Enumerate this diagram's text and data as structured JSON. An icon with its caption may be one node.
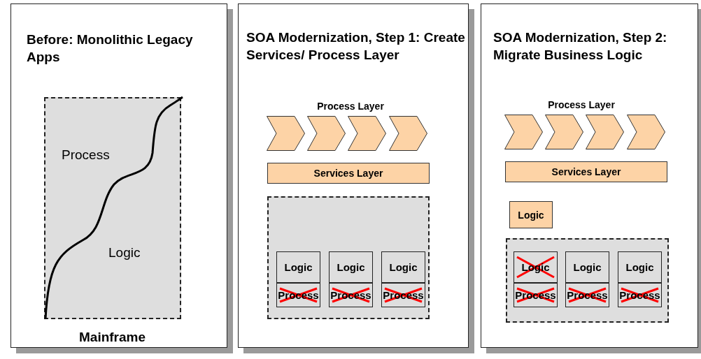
{
  "diagram": {
    "nodes": [
      {
        "text": [
          "Before: Monolithic Legacy Apps"
        ]
      },
      {
        "text": [
          "Process",
          "Logic"
        ],
        "beside": [
          "Mainframe"
        ],
        "in": 0
      },
      {
        "text": [
          "SOA Modernization, Step 1: Create Services/ Process Layer"
        ]
      },
      {
        "text": [],
        "shape": "chevron",
        "in": 2
      },
      {
        "text": [],
        "shape": "chevron",
        "in": 2
      },
      {
        "text": [],
        "shape": "chevron",
        "in": 2
      },
      {
        "text": [],
        "shape": "chevron",
        "in": 2
      },
      {
        "text": [
          "Services Layer"
        ],
        "in": 2
      },
      {
        "text": [],
        "shape": "box",
        "in": 2
      },
      {
        "text": [
          "Logic"
        ],
        "in": 8
      },
      {
        "text": [
          "Process"
        ],
        "in": 8
      },
      {
        "text": [
          "Logic"
        ],
        "in": 8
      },
      {
        "text": [
          "Process"
        ],
        "in": 8
      },
      {
        "text": [
          "Logic"
        ],
        "in": 8
      },
      {
        "text": [
          "Process"
        ],
        "in": 8
      },
      {
        "text": [
          "SOA Modernization, Step 2: Migrate Business Logic"
        ]
      },
      {
        "text": [],
        "shape": "chevron",
        "in": 15
      },
      {
        "text": [],
        "shape": "chevron",
        "in": 15
      },
      {
        "text": [],
        "shape": "chevron",
        "in": 15
      },
      {
        "text": [],
        "shape": "chevron",
        "in": 15
      },
      {
        "text": [
          "Services Layer"
        ],
        "in": 15
      },
      {
        "text": [
          "Logic"
        ],
        "in": 15
      },
      {
        "text": [],
        "shape": "box",
        "in": 15
      },
      {
        "text": [
          "Logic"
        ],
        "in": 22
      },
      {
        "text": [
          "Process"
        ],
        "in": 22
      },
      {
        "text": [
          "Logic"
        ],
        "in": 22
      },
      {
        "text": [
          "Process"
        ],
        "in": 22
      },
      {
        "text": [
          "Logic"
        ],
        "in": 22
      },
      {
        "text": [
          "Process"
        ],
        "in": 22
      }
    ],
    "labels": [
      "Process Layer",
      "Process Layer"
    ]
  }
}
